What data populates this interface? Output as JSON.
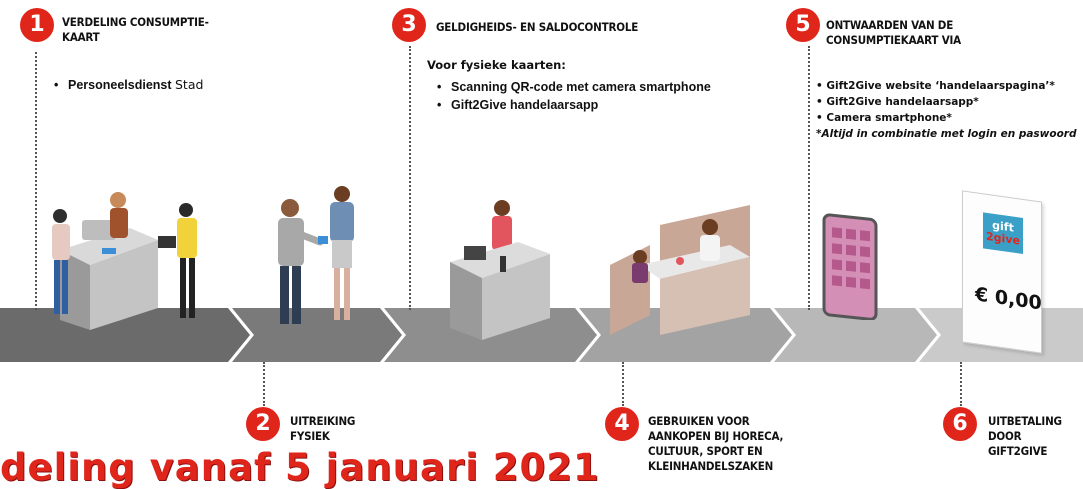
{
  "steps": [
    {
      "number": "1",
      "title_line1": "VERDELING CONSUMPTIE-",
      "title_line2": "KAART"
    },
    {
      "number": "2",
      "title_line1": "UITREIKING",
      "title_line2": "FYSIEK"
    },
    {
      "number": "3",
      "title_line1": "GELDIGHEIDS- EN SALDOCONTROLE"
    },
    {
      "number": "4",
      "title_line1": "GEBRUIKEN VOOR",
      "title_line2": "AANKOPEN BIJ HORECA,",
      "title_line3": "CULTUUR, SPORT EN",
      "title_line4": "KLEINHANDELSZAKEN"
    },
    {
      "number": "5",
      "title_line1": "ONTWAARDEN VAN DE",
      "title_line2": "CONSUMPTIEKAART VIA"
    },
    {
      "number": "6",
      "title_line1": "UITBETALING",
      "title_line2": "DOOR GIFT2GIVE"
    }
  ],
  "step1_list": {
    "item": "Personeelsdienst",
    "item_extra": "Stad"
  },
  "step3_detail": {
    "heading": "Voor fysieke kaarten:",
    "items": [
      "Scanning QR-code met camera smartphone",
      "Gift2Give handelaarsapp"
    ]
  },
  "step5_detail": {
    "items": [
      "• Gift2Give website ‘handelaarspagina’*",
      "• Gift2Give handelaarsapp*",
      "• Camera smartphone*"
    ],
    "note": "*Altijd in combinatie met login en paswoord"
  },
  "card": {
    "logo_line1": "gift",
    "logo_line2": "2give",
    "amount": "€ 0,00"
  },
  "banner": "deling vanaf 5 januari 2021",
  "colors": {
    "accent": "#e0251b",
    "arrow_dark": "#6b6b6b",
    "arrow_mid": "#8e8e8e",
    "arrow_light": "#b8b8b8",
    "phone": "#d48fb6"
  }
}
